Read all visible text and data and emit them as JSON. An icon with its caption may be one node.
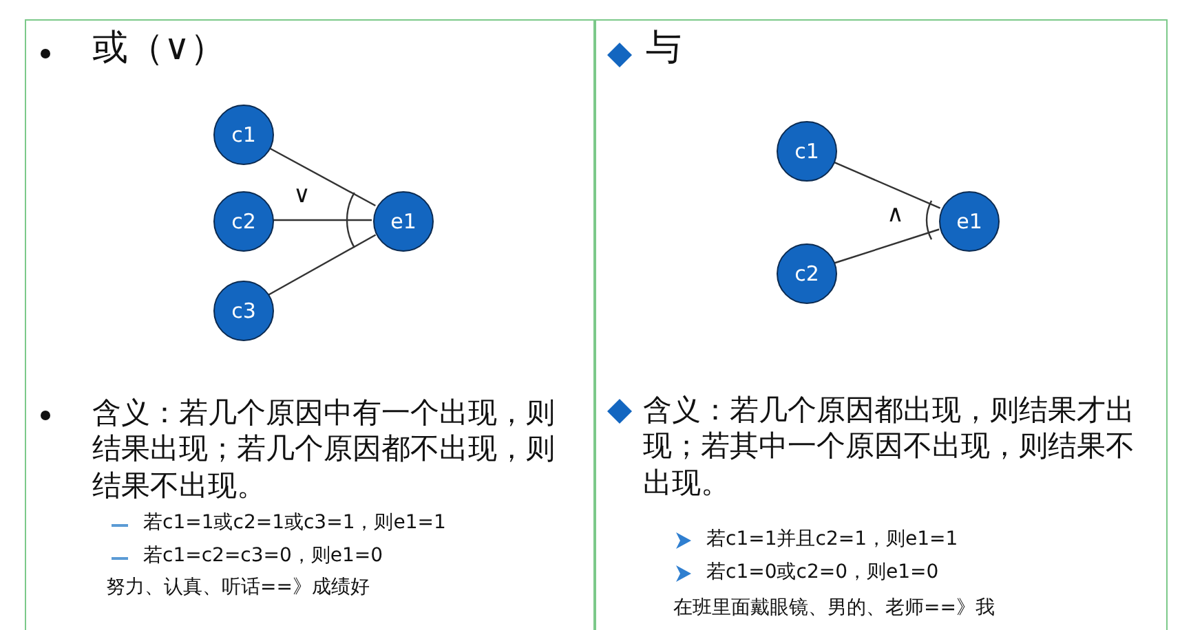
{
  "diagram": {
    "nodes": [
      {
        "text": [
          "或（∨）",
          "含义：若几个原因中有一个出现，则结果出现；若几个原因都不出现，则结果不出现。",
          "若c1=1或c2=1或c3=1，则e1=1",
          "若c1=c2=c3=0，则e1=0",
          "努力、认真、听话==》成绩好"
        ]
      },
      {
        "text": [
          "c1"
        ],
        "in": 0
      },
      {
        "text": [
          "c2"
        ],
        "in": 0
      },
      {
        "text": [
          "c3"
        ],
        "in": 0
      },
      {
        "text": [
          "e1"
        ],
        "in": 0
      },
      {
        "text": [
          "与",
          "含义：若几个原因都出现，则结果才出现；若其中一个原因不出现，则结果不出现。",
          "若c1=1并且c2=1，则e1=1",
          "若c1=0或c2=0，则e1=0",
          "在班里面戴眼镜、男的、老师==》我"
        ]
      },
      {
        "text": [
          "c1"
        ],
        "in": 5
      },
      {
        "text": [
          "c2"
        ],
        "in": 5
      },
      {
        "text": [
          "e1"
        ],
        "in": 5
      }
    ],
    "edges": [
      {
        "from": 1,
        "to": 4,
        "arrow": "none"
      },
      {
        "from": 2,
        "to": 4,
        "arrow": "none"
      },
      {
        "from": 3,
        "to": 4,
        "arrow": "none"
      },
      {
        "from": 6,
        "to": 8,
        "arrow": "none"
      },
      {
        "from": 7,
        "to": 8,
        "arrow": "none"
      }
    ],
    "labels": [
      "∨",
      "∧"
    ]
  }
}
